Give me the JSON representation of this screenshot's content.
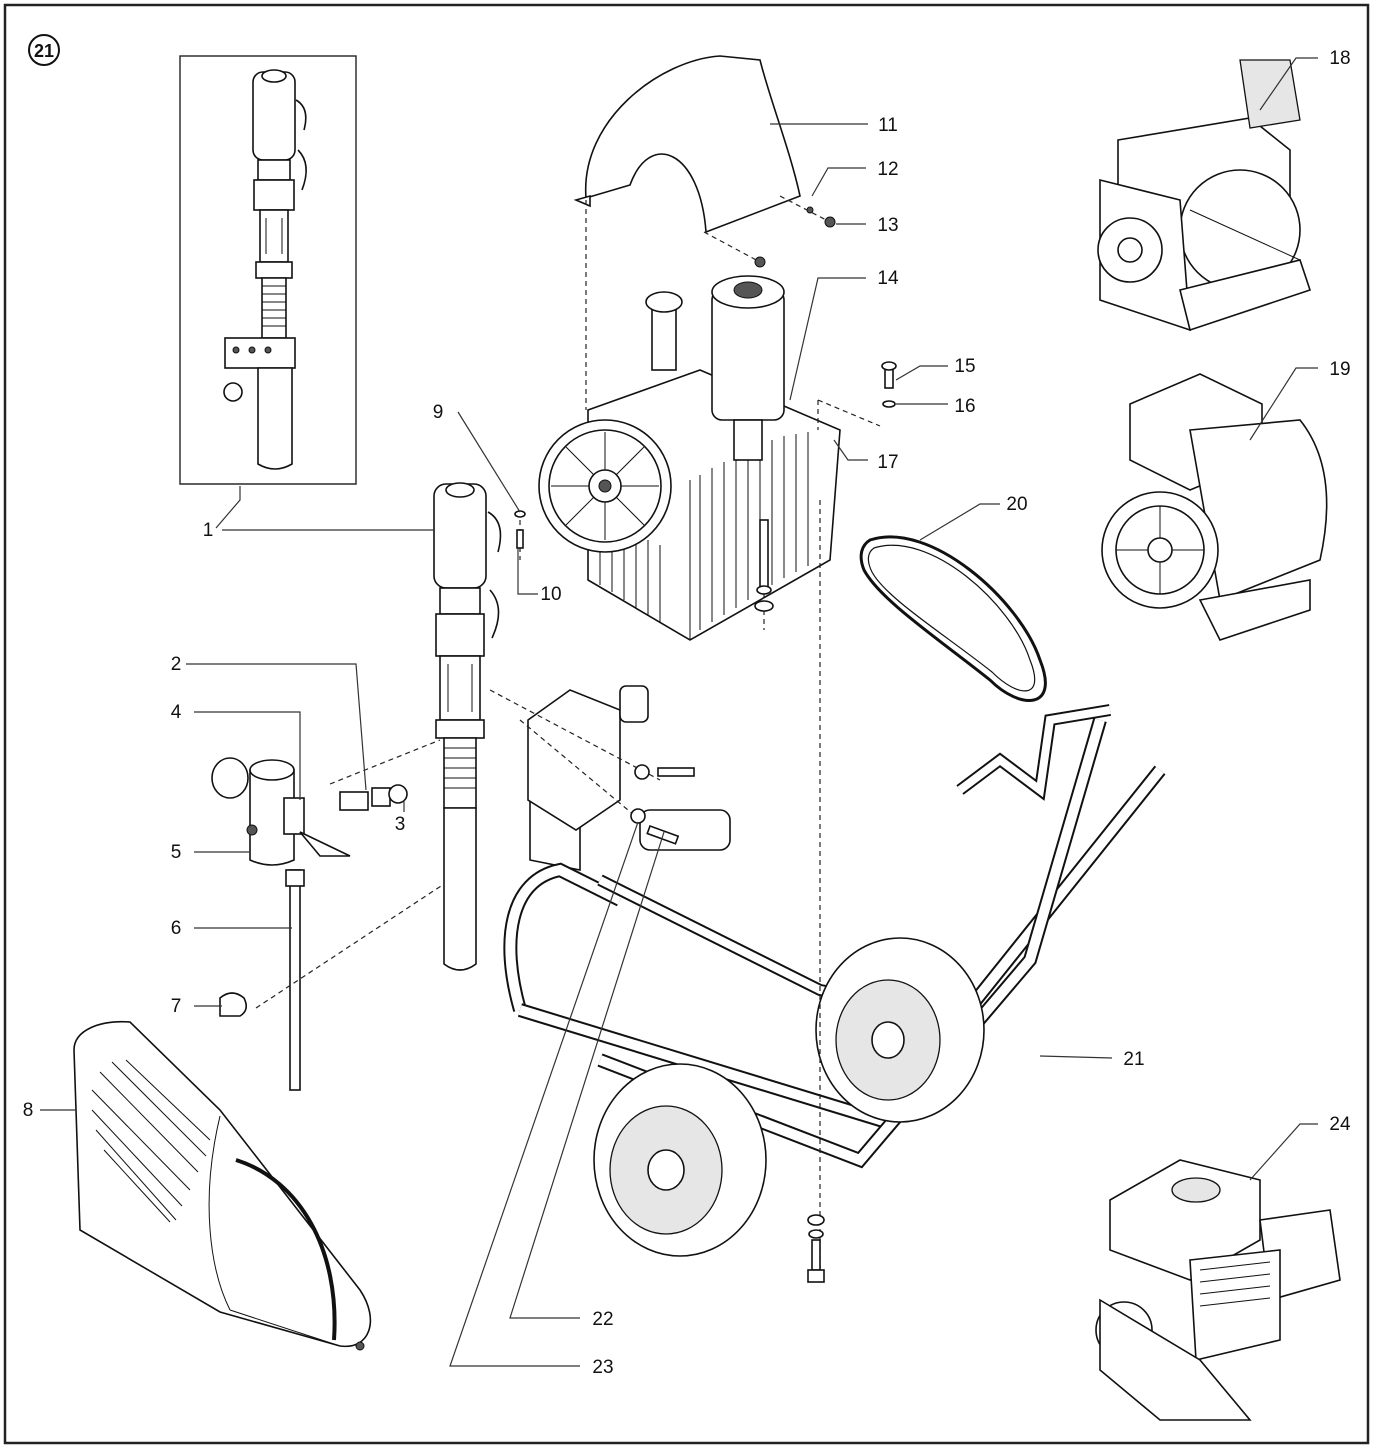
{
  "figure": {
    "number_badge": "21",
    "labels": [
      {
        "id": "1",
        "text": "1"
      },
      {
        "id": "2",
        "text": "2"
      },
      {
        "id": "3",
        "text": "3"
      },
      {
        "id": "4",
        "text": "4"
      },
      {
        "id": "5",
        "text": "5"
      },
      {
        "id": "6",
        "text": "6"
      },
      {
        "id": "7",
        "text": "7"
      },
      {
        "id": "8",
        "text": "8"
      },
      {
        "id": "9",
        "text": "9"
      },
      {
        "id": "10",
        "text": "10"
      },
      {
        "id": "11",
        "text": "11"
      },
      {
        "id": "12",
        "text": "12"
      },
      {
        "id": "13",
        "text": "13"
      },
      {
        "id": "14",
        "text": "14"
      },
      {
        "id": "15",
        "text": "15"
      },
      {
        "id": "16",
        "text": "16"
      },
      {
        "id": "17",
        "text": "17"
      },
      {
        "id": "18",
        "text": "18"
      },
      {
        "id": "19",
        "text": "19"
      },
      {
        "id": "20",
        "text": "20"
      },
      {
        "id": "21",
        "text": "21"
      },
      {
        "id": "22",
        "text": "22"
      },
      {
        "id": "23",
        "text": "23"
      },
      {
        "id": "24",
        "text": "24"
      }
    ]
  },
  "colors": {
    "line": "#111111",
    "background": "#ffffff",
    "border": "#222222"
  }
}
